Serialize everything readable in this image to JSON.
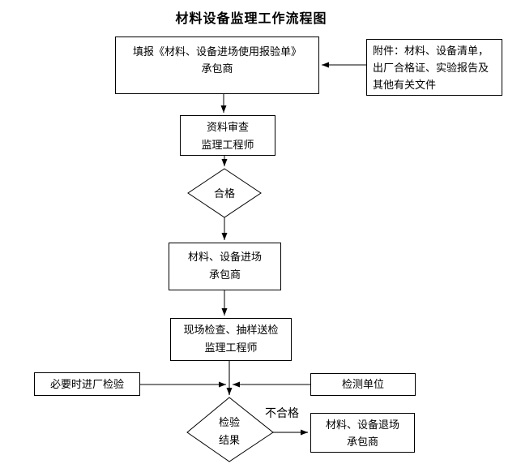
{
  "title": "材料设备监理工作流程图",
  "nodes": {
    "fill_report": {
      "line1": "填报《材料、设备进场使用报验单》",
      "line2": "承包商"
    },
    "attachment": {
      "line1": "附件：材料、设备清单，",
      "line2": "出厂合格证、实验报告及",
      "line3": "其他有关文件"
    },
    "data_review": {
      "line1": "资料审查",
      "line2": "监理工程师"
    },
    "qualified_decision": {
      "label": "合格"
    },
    "material_entry": {
      "line1": "材料、设备进场",
      "line2": "承包商"
    },
    "site_check": {
      "line1": "现场检查、抽样送检",
      "line2": "监理工程师"
    },
    "factory_inspection": {
      "label": "必要时进厂检验"
    },
    "testing_unit": {
      "label": "检测单位"
    },
    "result_decision": {
      "line1": "检验",
      "line2": "结果"
    },
    "material_exit": {
      "line1": "材料、设备退场",
      "line2": "承包商"
    }
  },
  "edge_labels": {
    "unqualified": "不合格"
  },
  "colors": {
    "background": "#ffffff",
    "line": "#000000",
    "connector_gray": "#4d4d4d",
    "text": "#000000"
  }
}
